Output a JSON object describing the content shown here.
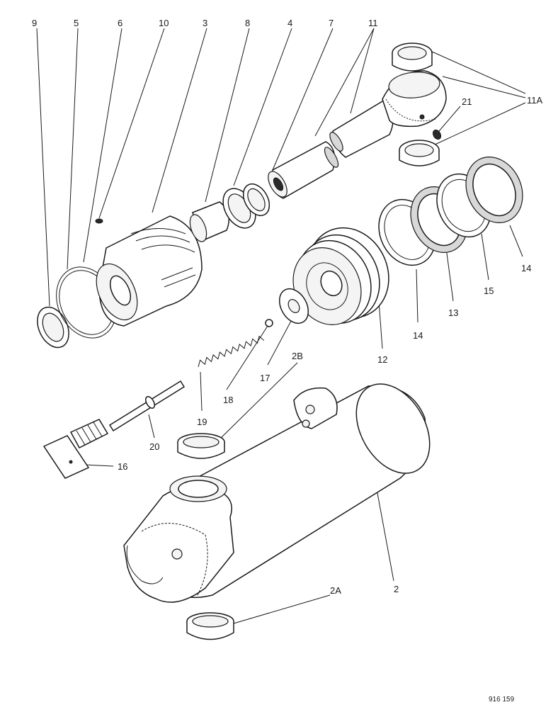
{
  "callouts": {
    "c9": "9",
    "c5": "5",
    "c6": "6",
    "c10": "10",
    "c3": "3",
    "c8": "8",
    "c4": "4",
    "c7": "7",
    "c11": "11",
    "c11a": "11A",
    "c21": "21",
    "c14a": "14",
    "c15": "15",
    "c13": "13",
    "c14b": "14",
    "c12": "12",
    "c17": "17",
    "c2b": "2B",
    "c18": "18",
    "c19": "19",
    "c20": "20",
    "c16": "16",
    "c2": "2",
    "c2a": "2A"
  },
  "reference": "916 159"
}
